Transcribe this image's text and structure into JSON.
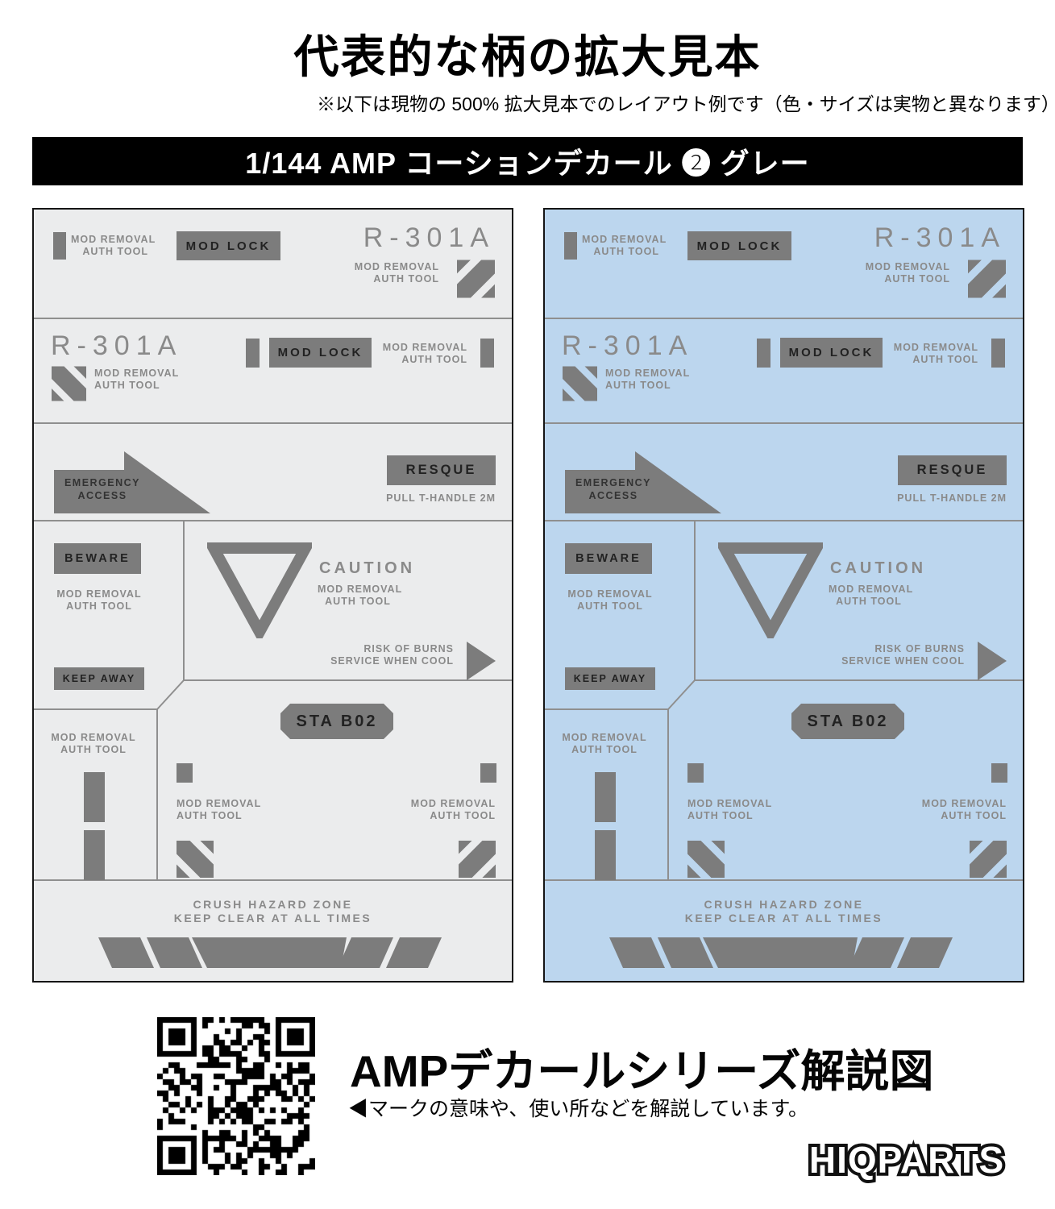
{
  "page": {
    "title": "代表的な柄の拡大見本",
    "subtitle": "※以下は現物の 500% 拡大見本でのレイアウト例です（色・サイズは実物と異なります）",
    "banner": "1/144 AMP コーションデカール ❷ グレー"
  },
  "colors": {
    "panel_gray_bg": "#ebeced",
    "panel_blue_bg": "#bcd6ee",
    "decal_shape_gray": "#7c7c7c",
    "decal_text_gray": "#8a8a8a",
    "banner_bg": "#000000",
    "banner_text": "#ffffff"
  },
  "decal": {
    "mod_removal": "MOD REMOVAL",
    "auth_tool": "AUTH TOOL",
    "mod_lock": "MOD LOCK",
    "r301a": "R-301A",
    "emergency": "EMERGENCY",
    "access": "ACCESS",
    "resque": "RESQUE",
    "pull_t_handle": "PULL T-HANDLE 2M",
    "beware": "BEWARE",
    "caution": "CAUTION",
    "keep_away": "KEEP AWAY",
    "risk_of_burns": "RISK OF BURNS",
    "service_when_cool": "SERVICE WHEN COOL",
    "sta_b02": "STA B02",
    "crush_hazard_zone": "CRUSH HAZARD ZONE",
    "keep_clear": "KEEP CLEAR AT ALL TIMES"
  },
  "footer": {
    "qr_heading": "AMPデカールシリーズ解説図",
    "qr_caption": "◀マークの意味や、使い所などを解説しています。",
    "logo": "HIQPARTS"
  }
}
